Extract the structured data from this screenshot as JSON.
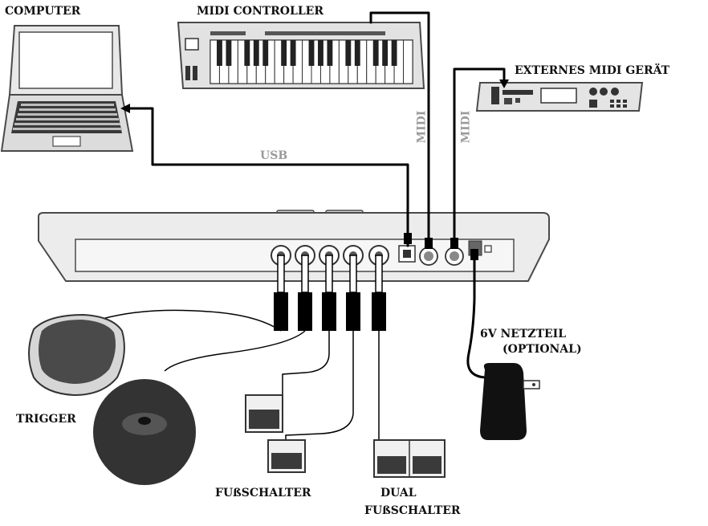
{
  "labels": {
    "computer": "COMPUTER",
    "midi_controller": "MIDI CONTROLLER",
    "external_midi": "EXTERNES MIDI GERÄT",
    "usb": "USB",
    "midi_left": "MIDI",
    "midi_right": "MIDI",
    "power_line1": "6V NETZTEIL",
    "power_line2": "(OPTIONAL)",
    "trigger": "TRIGGER",
    "footswitch": "FUßSCHALTER",
    "dual_line1": "DUAL",
    "dual_line2": "FUßSCHALTER"
  },
  "colors": {
    "outline": "#4a4a4a",
    "cable": "#000000",
    "device_fill": "#e6e6e6",
    "device_dark": "#3a3a3a",
    "usb_label": "#9a9a9a"
  },
  "icons": [
    "laptop-icon",
    "keyboard-icon",
    "rack-module-icon",
    "drum-pad-icon",
    "cymbal-icon",
    "footswitch-icon",
    "dual-footswitch-icon",
    "power-adapter-icon"
  ]
}
